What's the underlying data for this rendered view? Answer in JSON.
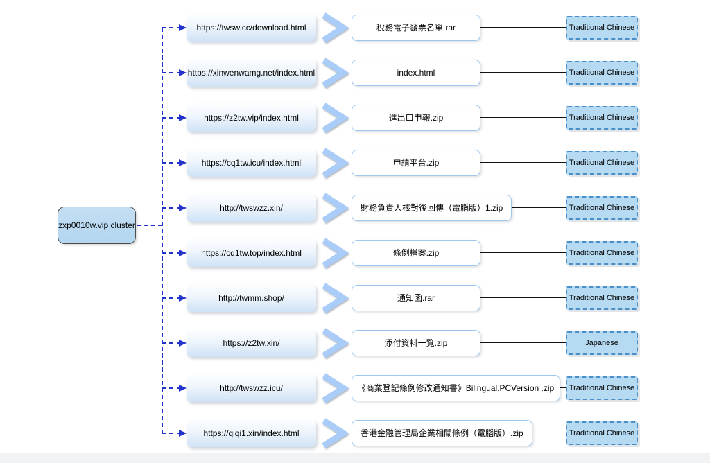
{
  "diagram": {
    "cluster": {
      "label": "zxp0010w.vip cluster"
    },
    "colors": {
      "connector_blue": "#2233cc",
      "chevron_blue": "#a9cdf8",
      "url_box_gradient_bottom": "#cfe2f6",
      "file_box_border": "#9ec7f0",
      "lang_box_fill": "#b5daf2",
      "lang_box_border": "#4a8fc7",
      "cluster_fill": "#b3d6f0",
      "link_line": "#111111"
    },
    "rows": [
      {
        "url": "https://twsw.cc/download.html",
        "file": "稅務電子發票名單.rar",
        "language": "Traditional Chinese"
      },
      {
        "url": "https://xinwenwamg.net/index.html",
        "file": "index.html",
        "language": "Traditional Chinese"
      },
      {
        "url": "https://z2tw.vip/index.html",
        "file": "進出口申報.zip",
        "language": "Traditional Chinese"
      },
      {
        "url": "https://cq1tw.icu/index.html",
        "file": "申請平台.zip",
        "language": "Traditional Chinese"
      },
      {
        "url": "http://twswzz.xin/",
        "file": "財務負責人核對後回傳（電腦版）1.zip",
        "language": "Traditional Chinese"
      },
      {
        "url": "https://cq1tw.top/index.html",
        "file": "條例檔案.zip",
        "language": "Traditional Chinese"
      },
      {
        "url": "http://twmm.shop/",
        "file": "通知函.rar",
        "language": "Traditional Chinese"
      },
      {
        "url": "https://z2tw.xin/",
        "file": "添付資料一覧.zip",
        "language": "Japanese"
      },
      {
        "url": "http://twswzz.icu/",
        "file": "《商業登記條例修改通知書》Bilingual.PCVersion .zip",
        "language": "Traditional Chinese"
      },
      {
        "url": "https://qiqi1.xin/index.html",
        "file": "香港金融管理局企業相關條例（電腦版）.zip",
        "language": "Traditional Chinese"
      }
    ]
  }
}
